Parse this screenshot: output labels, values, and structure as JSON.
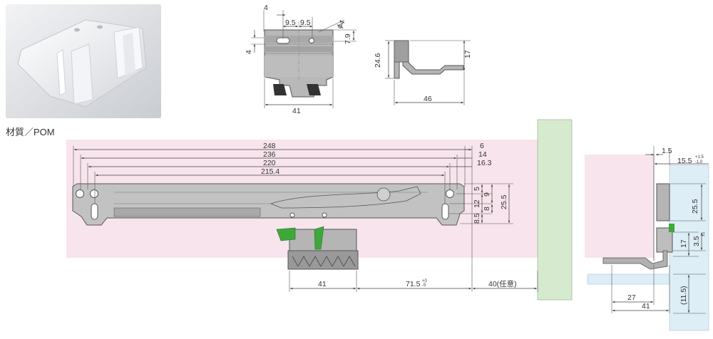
{
  "material_label": "材質／POM",
  "top_view": {
    "dims": {
      "offset4_top": "4",
      "spacing1": "9.5",
      "spacing2": "9.5",
      "hole_phi": "ϕ4",
      "height_7_9": "7.9",
      "offset4_left": "4",
      "width41": "41"
    }
  },
  "side_view": {
    "dims": {
      "height24_6": "24.6",
      "height17": "17",
      "width46": "46"
    }
  },
  "main_view": {
    "dims": {
      "len248": "248",
      "len236": "236",
      "len220": "220",
      "len215_4": "215.4",
      "off6": "6",
      "off14": "14",
      "off16_3": "16.3",
      "v5": "5",
      "v9": "9",
      "v12": "12",
      "v8": "8",
      "v25_5": "25.5",
      "v8_5": "8.5",
      "b41": "41",
      "b71_5": "71.5",
      "b71_5_tol_up": "+0",
      "b71_5_tol_dn": "-5",
      "b40": "40(任意)"
    }
  },
  "right_view": {
    "dims": {
      "h1_5": "1.5",
      "h15_5": "15.5",
      "h15_5_tol_up": "+1.5",
      "h15_5_tol_dn": "-1.0",
      "v25_5": "25.5",
      "v17": "17",
      "v3_5": "3.5",
      "v3_5_tol": "±1",
      "v11_5": "(11.5)",
      "w27": "27",
      "w41": "41"
    }
  },
  "colors": {
    "pink": "#f8e4ec",
    "green": "#d6ebce",
    "blue": "#ddeef6",
    "part_gray": "#b6b6b6",
    "latch_green": "#3ea83a"
  }
}
